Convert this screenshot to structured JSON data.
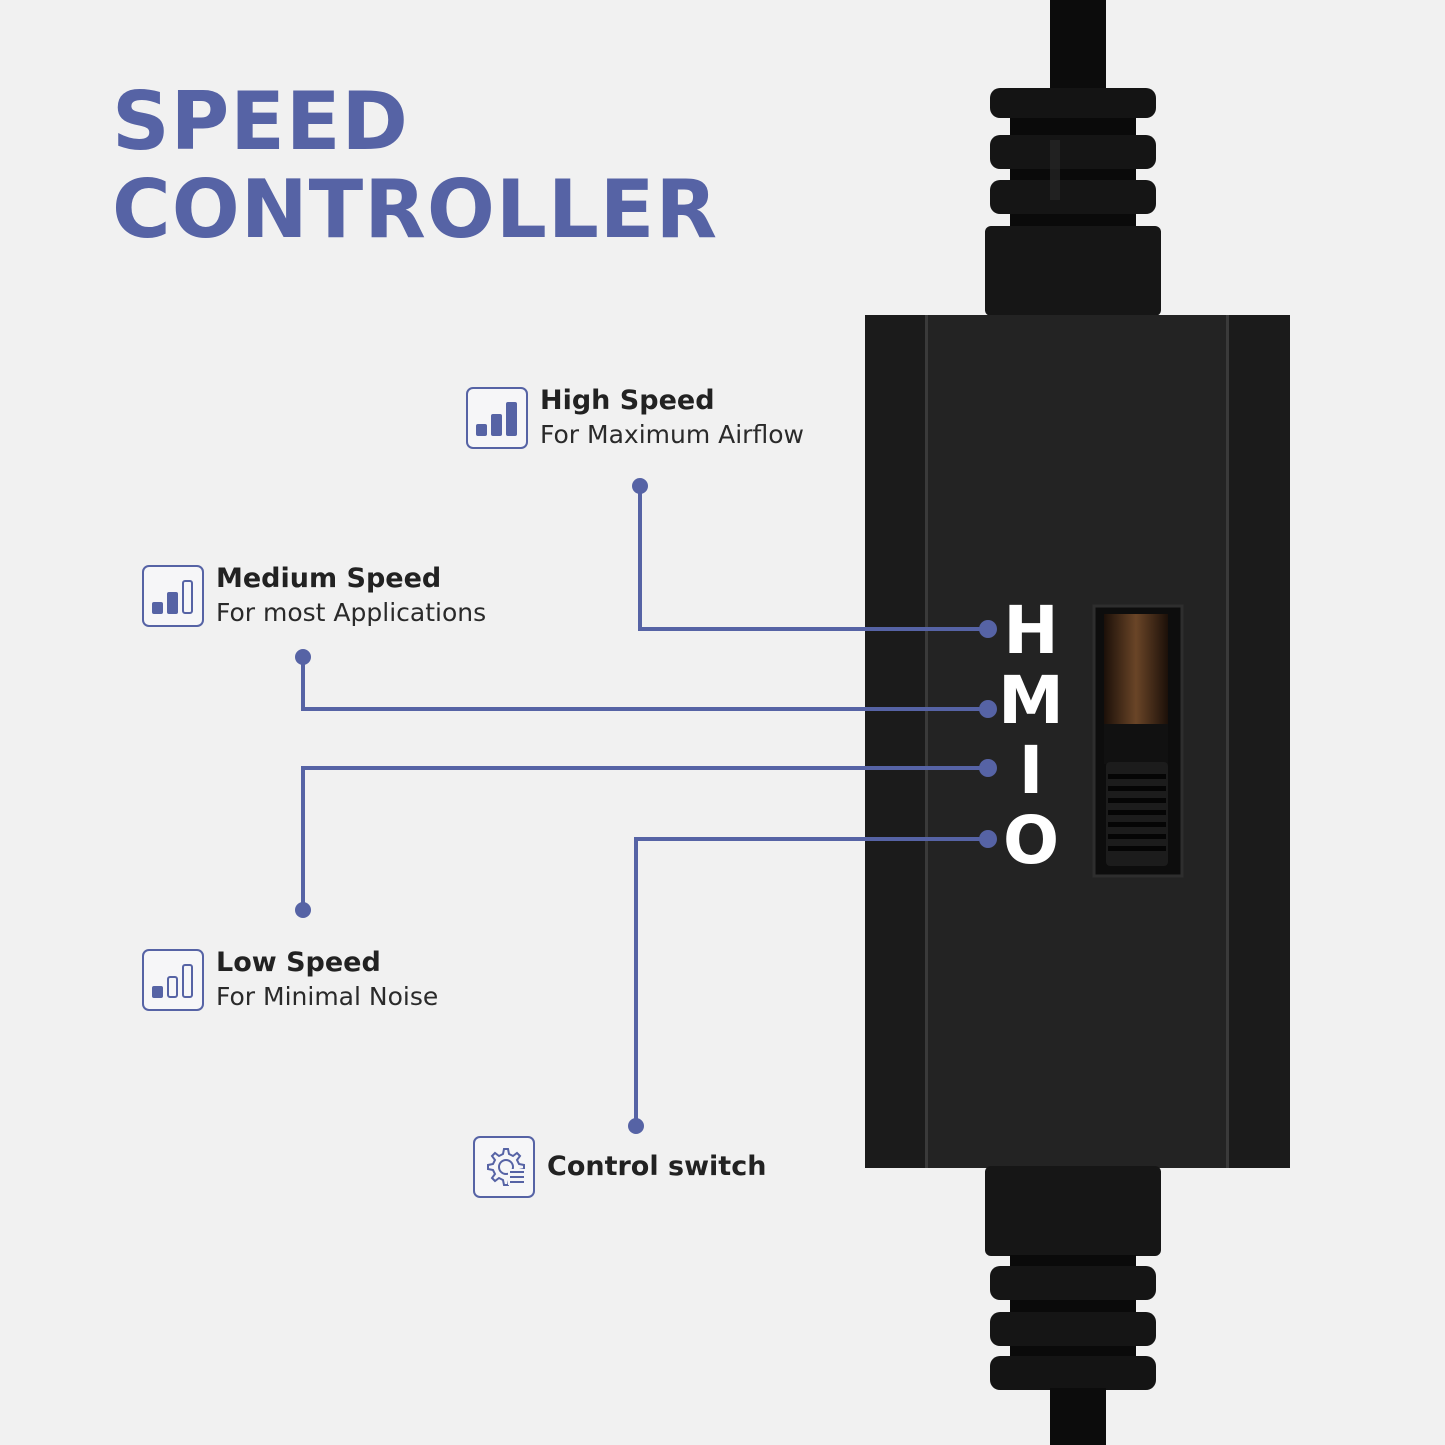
{
  "title": {
    "line1": "SPEED",
    "line2": "CONTROLLER"
  },
  "switch_letters": [
    "H",
    "M",
    "I",
    "O"
  ],
  "callouts": {
    "high": {
      "title": "High Speed",
      "subtitle": "For Maximum Airflow",
      "icon": "signal-bars-high-icon"
    },
    "medium": {
      "title": "Medium Speed",
      "subtitle": "For most Applications",
      "icon": "signal-bars-medium-icon"
    },
    "low": {
      "title": "Low Speed",
      "subtitle": "For Minimal Noise",
      "icon": "signal-bars-low-icon"
    },
    "control": {
      "title": "Control switch",
      "icon": "gear-settings-icon"
    }
  },
  "colors": {
    "accent": "#5663a5",
    "device": "#222222",
    "background": "#f1f1f1"
  }
}
